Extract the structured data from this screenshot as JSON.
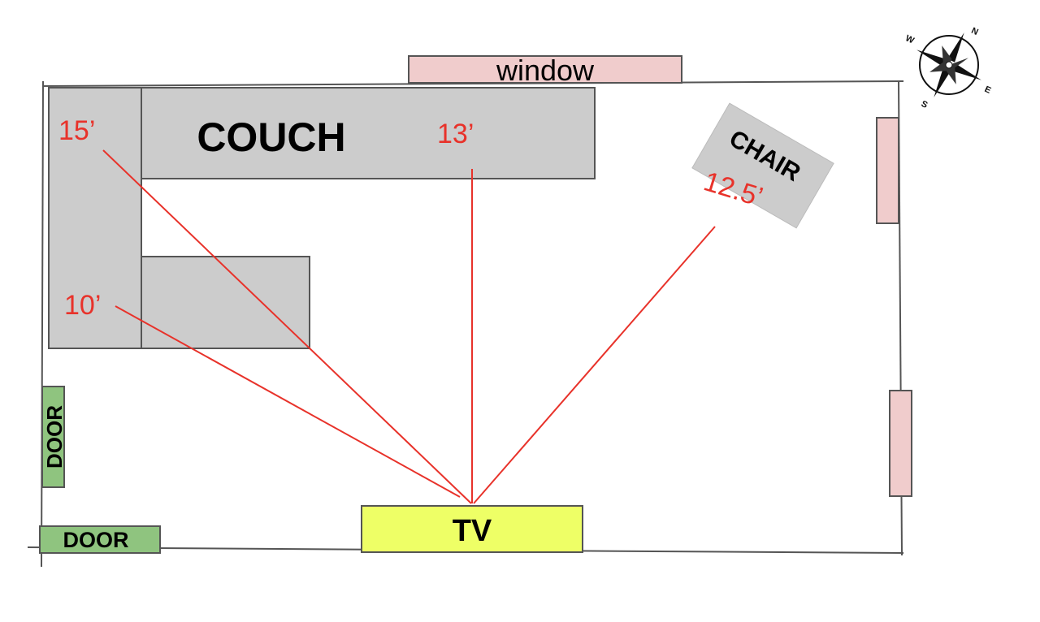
{
  "labels": {
    "window": "window",
    "couch": "COUCH",
    "chair": "CHAIR",
    "tv": "TV",
    "door_left": "DOOR",
    "door_bottom": "DOOR"
  },
  "distances": {
    "couch_left_far": "15’",
    "couch_left_near": "10’",
    "couch_center": "13’",
    "chair": "12.5’"
  },
  "compass": {
    "n": "N",
    "s": "S",
    "e": "E",
    "w": "W"
  },
  "colors": {
    "wall": "#555555",
    "furniture": "#cccccc",
    "window": "#f0cccc",
    "door": "#8fc47f",
    "tv": "#eeff66",
    "distance_line": "#e8322a"
  }
}
